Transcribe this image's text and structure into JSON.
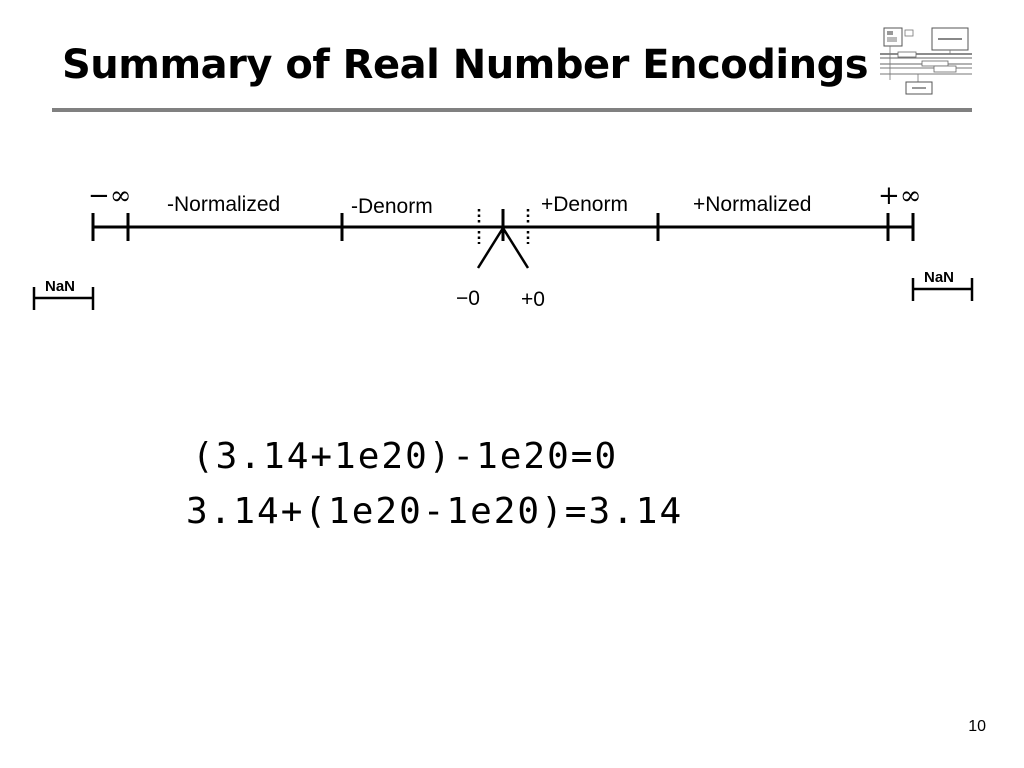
{
  "slide": {
    "title": "Summary of Real Number Encodings",
    "page_number": "10"
  },
  "number_line": {
    "neg_infinity": "−∞",
    "pos_infinity": "+∞",
    "neg_normalized": "-Normalized",
    "neg_denorm": "-Denorm",
    "pos_denorm": "+Denorm",
    "pos_normalized": "+Normalized",
    "neg_zero": "−0",
    "pos_zero": "+0",
    "nan_left": "NaN",
    "nan_right": "NaN"
  },
  "expressions": [
    "(3.14+1e20)-1e20=0",
    "3.14+(1e20-1e20)=3.14"
  ]
}
